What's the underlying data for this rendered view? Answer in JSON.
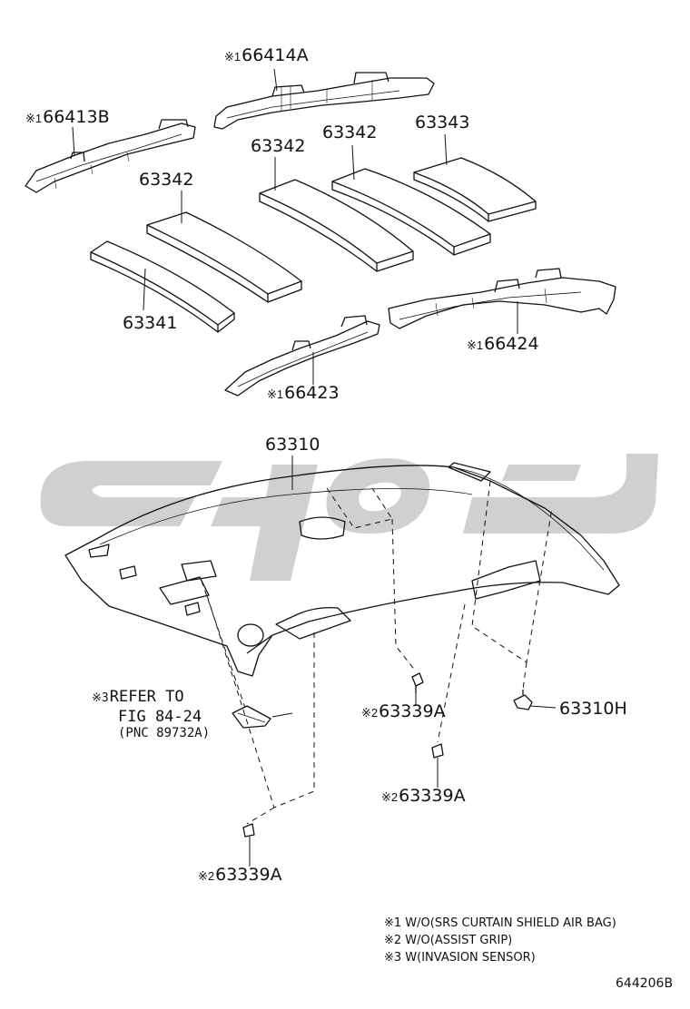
{
  "labels": {
    "p66414A": {
      "mark": "※1",
      "pn": "66414A"
    },
    "p66413B": {
      "mark": "※1",
      "pn": "66413B"
    },
    "p63342a": {
      "pn": "63342"
    },
    "p63342b": {
      "pn": "63342"
    },
    "p63342c": {
      "pn": "63342"
    },
    "p63343": {
      "pn": "63343"
    },
    "p63341": {
      "pn": "63341"
    },
    "p66424": {
      "mark": "※1",
      "pn": "66424"
    },
    "p66423": {
      "mark": "※1",
      "pn": "66423"
    },
    "p63310": {
      "pn": "63310"
    },
    "p63339A_a": {
      "mark": "※2",
      "pn": "63339A"
    },
    "p63339A_b": {
      "mark": "※2",
      "pn": "63339A"
    },
    "p63339A_c": {
      "mark": "※2",
      "pn": "63339A"
    },
    "p63310H": {
      "pn": "63310H"
    }
  },
  "refer": {
    "mark": "※3",
    "line1": "REFER TO",
    "line2": "FIG 84-24",
    "line3": "(PNC 89732A)"
  },
  "legend": [
    "※1 W/O(SRS CURTAIN SHIELD AIR BAG)",
    "※2 W/O(ASSIST GRIP)",
    "※3 W(INVASION SENSOR)"
  ],
  "figure_number": "644206B",
  "colors": {
    "line": "#111111",
    "watermark": "#c8c8c8"
  }
}
